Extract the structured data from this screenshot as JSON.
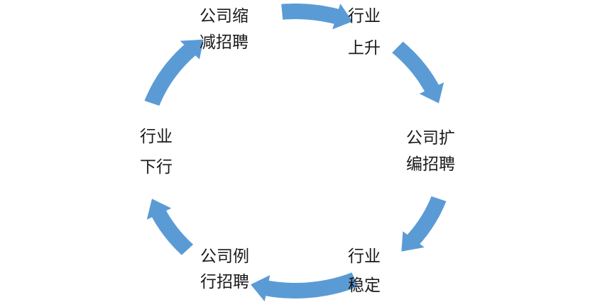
{
  "diagram": {
    "arrow_color": "#5b9bd5",
    "text_color": "#1a1a1a",
    "nodes": [
      {
        "id": "industry-rise",
        "lines": [
          "行业",
          "上升"
        ]
      },
      {
        "id": "company-expand-hiring",
        "lines": [
          "公司扩",
          "编招聘"
        ]
      },
      {
        "id": "industry-stable",
        "lines": [
          "行业",
          "稳定"
        ]
      },
      {
        "id": "company-routine-hiring",
        "lines": [
          "公司例",
          "行招聘"
        ]
      },
      {
        "id": "industry-decline",
        "lines": [
          "行业",
          "下行"
        ]
      },
      {
        "id": "company-reduce-hiring",
        "lines": [
          "公司缩",
          "减招聘"
        ]
      }
    ]
  }
}
